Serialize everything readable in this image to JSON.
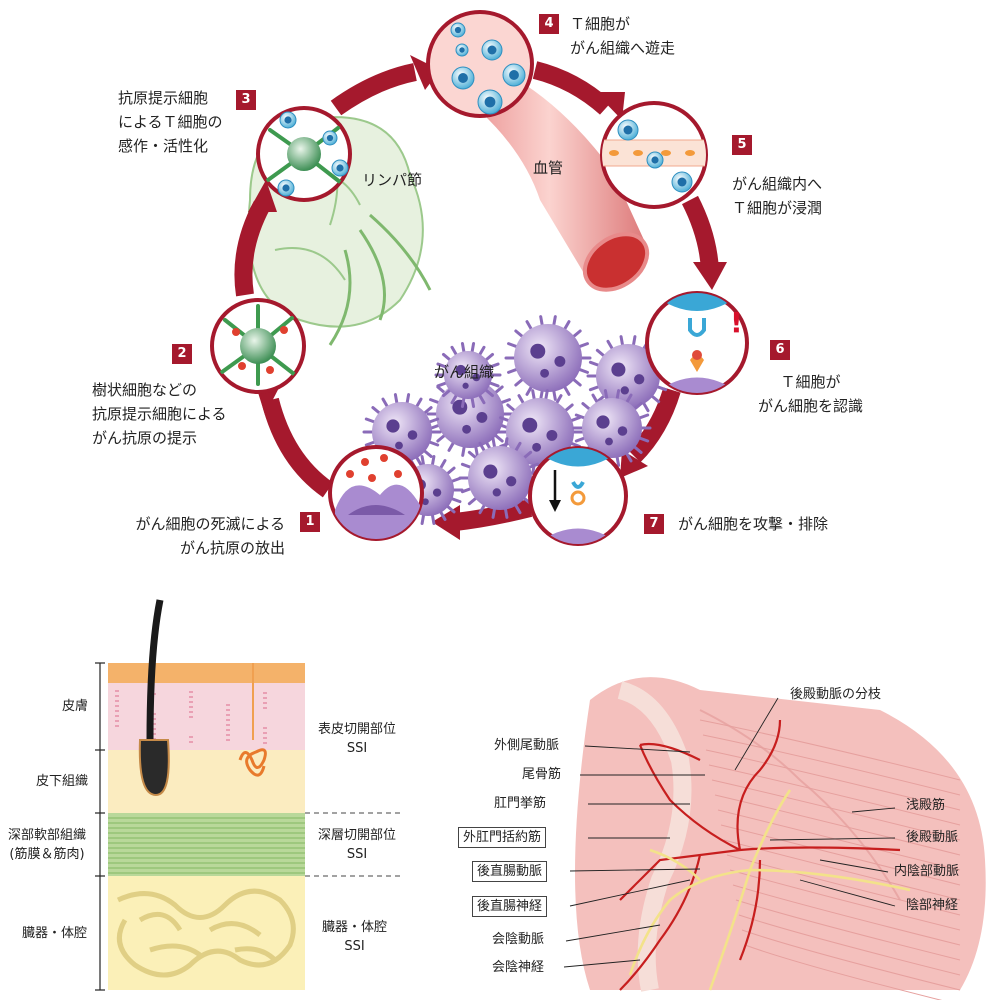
{
  "cycle": {
    "steps": [
      {
        "num": "1",
        "lines": [
          "がん細胞の死滅による",
          "がん抗原の放出"
        ]
      },
      {
        "num": "2",
        "lines": [
          "樹状細胞などの",
          "抗原提示細胞による",
          "がん抗原の提示"
        ]
      },
      {
        "num": "3",
        "lines": [
          "抗原提示細胞",
          "によるＴ細胞の",
          "感作・活性化"
        ]
      },
      {
        "num": "4",
        "lines": [
          "Ｔ細胞が",
          "がん組織へ遊走"
        ]
      },
      {
        "num": "5",
        "lines": [
          "がん組織内へ",
          "Ｔ細胞が浸潤"
        ]
      },
      {
        "num": "6",
        "lines": [
          "Ｔ細胞が",
          "がん細胞を認識"
        ]
      },
      {
        "num": "7",
        "lines": [
          "がん細胞を攻撃・排除"
        ]
      }
    ],
    "labels": {
      "lymph": "リンパ節",
      "vessel": "血管",
      "tissue": "がん組織"
    }
  },
  "skin": {
    "left_labels": {
      "skin": "皮膚",
      "subcutaneous": "皮下組織",
      "deep1": "深部軟部組織",
      "deep2": "(筋膜＆筋肉)",
      "organ": "臓器・体腔"
    },
    "right_labels": {
      "superficial1": "表皮切開部位",
      "superficial2": "SSI",
      "deep1": "深層切開部位",
      "deep2": "SSI",
      "organ1": "臓器・体腔",
      "organ2": "SSI"
    },
    "colors": {
      "epidermis": "#f4b26a",
      "dermis": "#f6d6dd",
      "subcutis": "#fbecc0",
      "muscle": "#b9d89a",
      "organ": "#fbf0b8"
    }
  },
  "anatomy": {
    "labels": {
      "top": "後殿動脈の分枝",
      "l1": "外側尾動脈",
      "l2": "尾骨筋",
      "l3": "肛門挙筋",
      "l4": "外肛門括約筋",
      "l5": "後直腸動脈",
      "l6": "後直腸神経",
      "l7": "会陰動脈",
      "l8": "会陰神経",
      "r1": "浅殿筋",
      "r2": "後殿動脈",
      "r3": "内陰部動脈",
      "r4": "陰部神経"
    }
  }
}
